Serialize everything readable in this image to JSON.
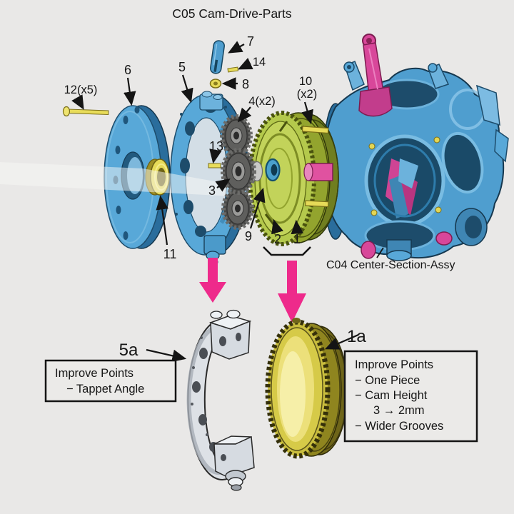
{
  "title": "C05 Cam-Drive-Parts",
  "assembly_label": "C04 Center-Section-Assy",
  "callouts": {
    "c12": "12(x5)",
    "c6": "6",
    "c5": "5",
    "c7": "7",
    "c14": "14",
    "c8": "8",
    "c4": "4(x2)",
    "c10_line1": "10",
    "c10_line2": "(x2)",
    "c13": "13",
    "c3": "3",
    "c9": "9",
    "c2": "2",
    "c1": "1",
    "c11": "11",
    "c5a": "5a",
    "c1a": "1a"
  },
  "improve_left": {
    "title": "Improve Points",
    "items": [
      "− Tappet Angle"
    ]
  },
  "improve_right": {
    "title": "Improve Points",
    "items": [
      "− One Piece",
      "− Cam Height",
      "3 → 2mm",
      "− Wider Grooves"
    ]
  },
  "colors": {
    "background": "#e9e8e7",
    "part_blue": "#57a7d7",
    "part_blue_dark": "#2a6d9c",
    "part_yellow": "#e3d654",
    "part_green": "#b4c94c",
    "part_green_dark": "#6e7d1f",
    "gear_gray": "#484846",
    "silver": "#dde1e6",
    "cam_ring_yellow": "#d6ca48",
    "pink_arrow": "#ee2a8b",
    "conrod_pink": "#d8479a",
    "text": "#161616"
  }
}
